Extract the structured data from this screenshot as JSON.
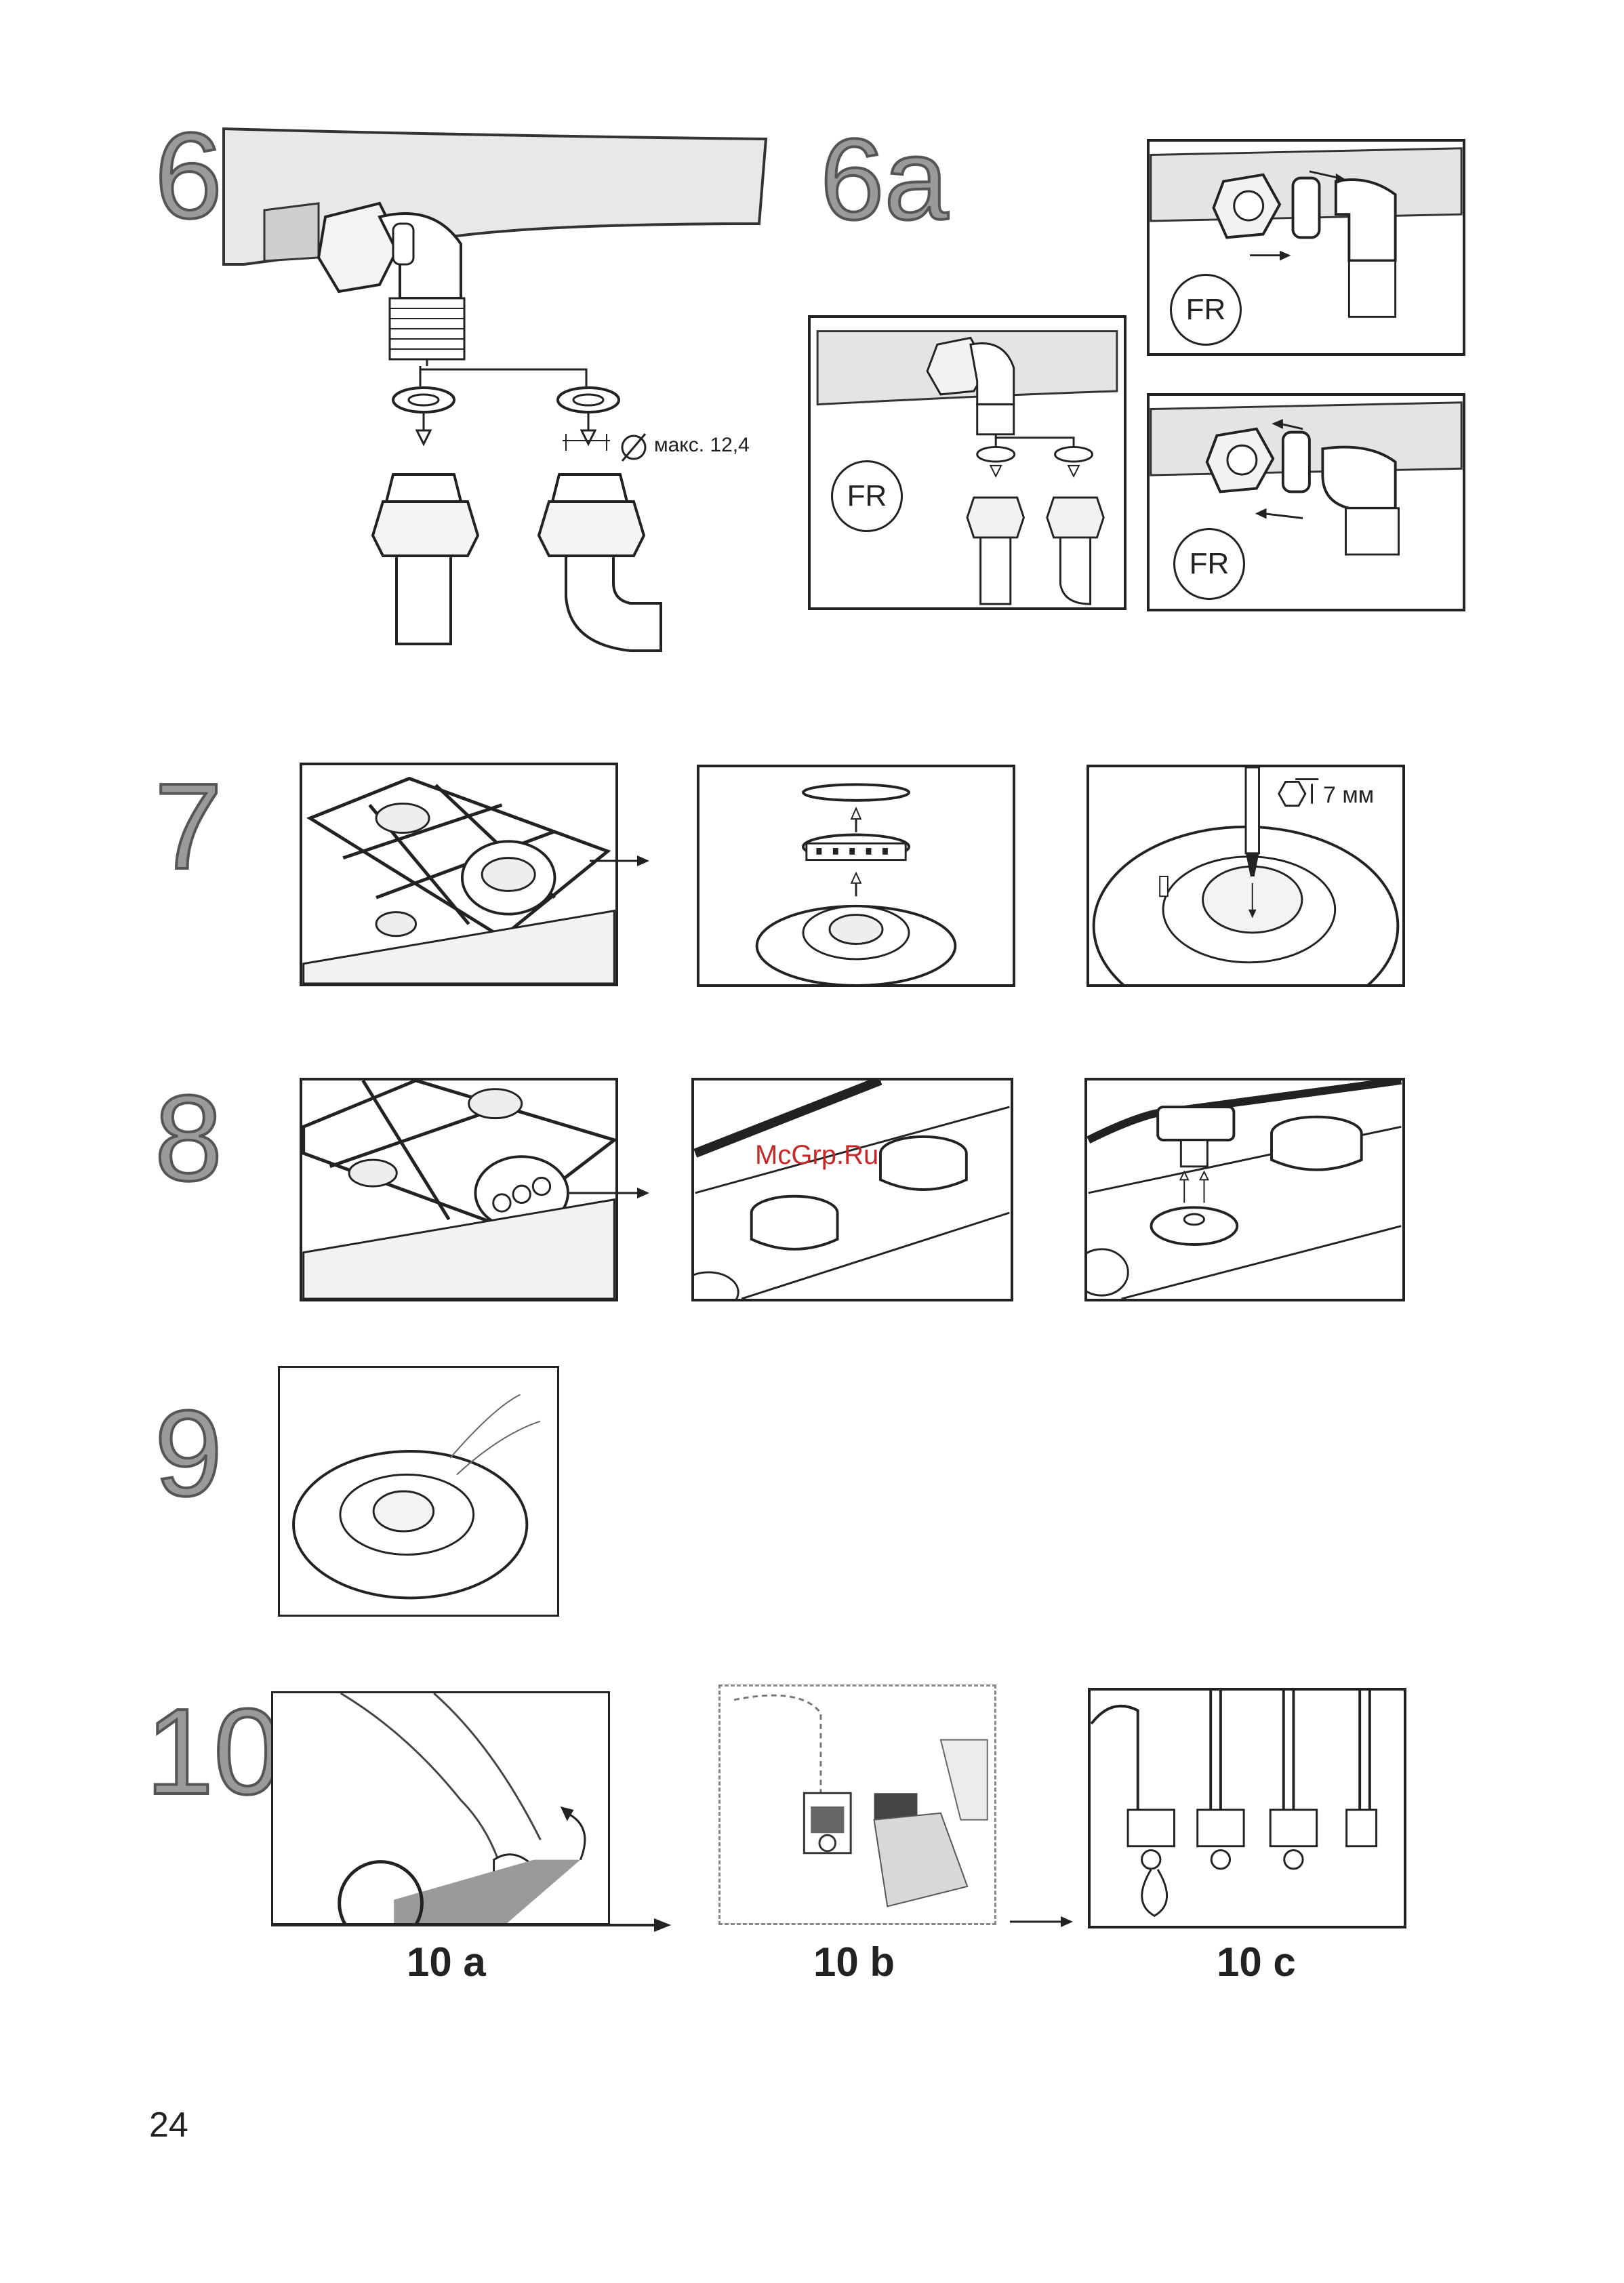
{
  "steps": {
    "s6": "6",
    "s6a": "6a",
    "s7": "7",
    "s8": "8",
    "s9": "9",
    "s10": "10"
  },
  "labels": {
    "max_diameter": "макс. 12,4",
    "fr1": "FR",
    "fr2": "FR",
    "fr3": "FR",
    "wrench_size": "7 мм",
    "watermark": "McGrp.Ru"
  },
  "captions": {
    "c10a": "10 a",
    "c10b": "10 b",
    "c10c": "10 c"
  },
  "page_number": "24"
}
